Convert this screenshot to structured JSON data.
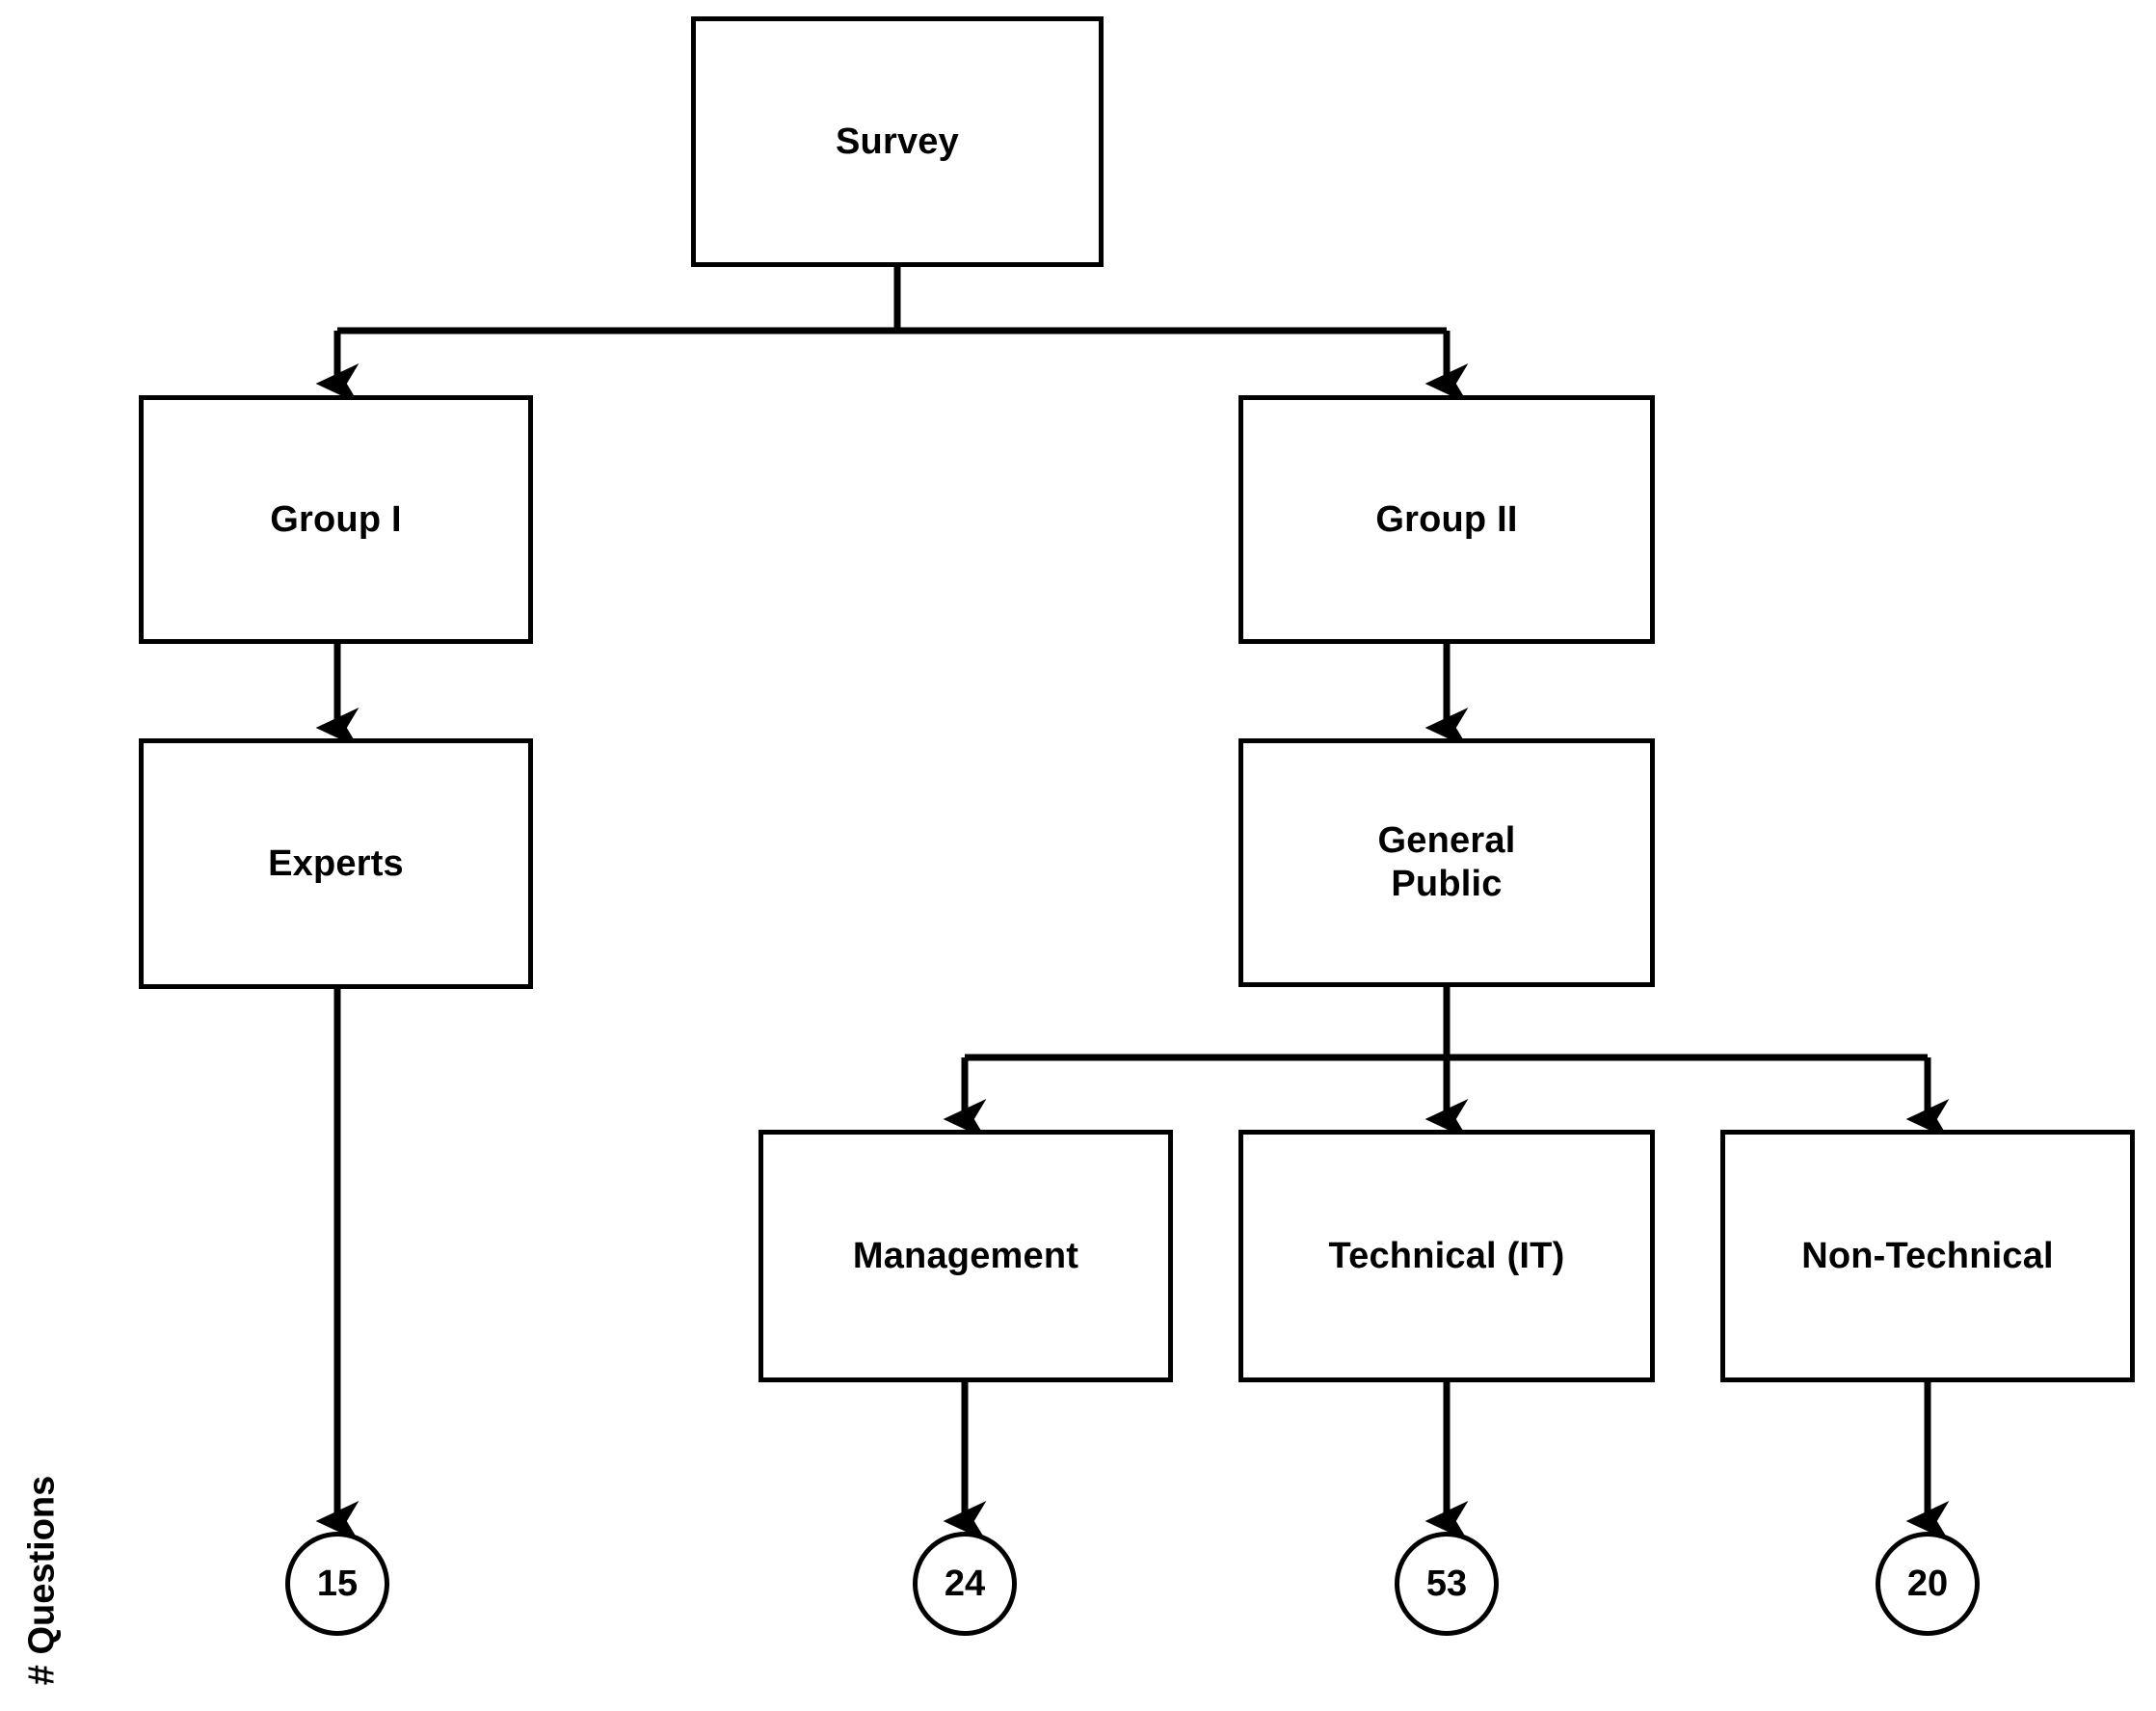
{
  "diagram": {
    "type": "flowchart",
    "orientation": "top-down",
    "axis_caption": "# Questions",
    "colors": {
      "background": "#ffffff",
      "stroke": "#000000",
      "text": "#000000",
      "node_fill": "#ffffff"
    },
    "nodes": {
      "survey": {
        "label": "Survey"
      },
      "group_i": {
        "label": "Group I"
      },
      "group_ii": {
        "label": "Group II"
      },
      "experts": {
        "label": "Experts"
      },
      "general_public": {
        "label": "General\nPublic"
      },
      "management": {
        "label": "Management"
      },
      "technical": {
        "label": "Technical (IT)"
      },
      "non_technical": {
        "label": "Non-Technical"
      }
    },
    "counts": {
      "experts": "15",
      "management": "24",
      "technical": "53",
      "non_technical": "20"
    },
    "edges": [
      {
        "from": "survey",
        "to": "group_i"
      },
      {
        "from": "survey",
        "to": "group_ii"
      },
      {
        "from": "group_i",
        "to": "experts"
      },
      {
        "from": "group_ii",
        "to": "general_public"
      },
      {
        "from": "general_public",
        "to": "management"
      },
      {
        "from": "general_public",
        "to": "technical"
      },
      {
        "from": "general_public",
        "to": "non_technical"
      },
      {
        "from": "experts",
        "to": "count_15"
      },
      {
        "from": "management",
        "to": "count_24"
      },
      {
        "from": "technical",
        "to": "count_53"
      },
      {
        "from": "non_technical",
        "to": "count_20"
      }
    ]
  }
}
